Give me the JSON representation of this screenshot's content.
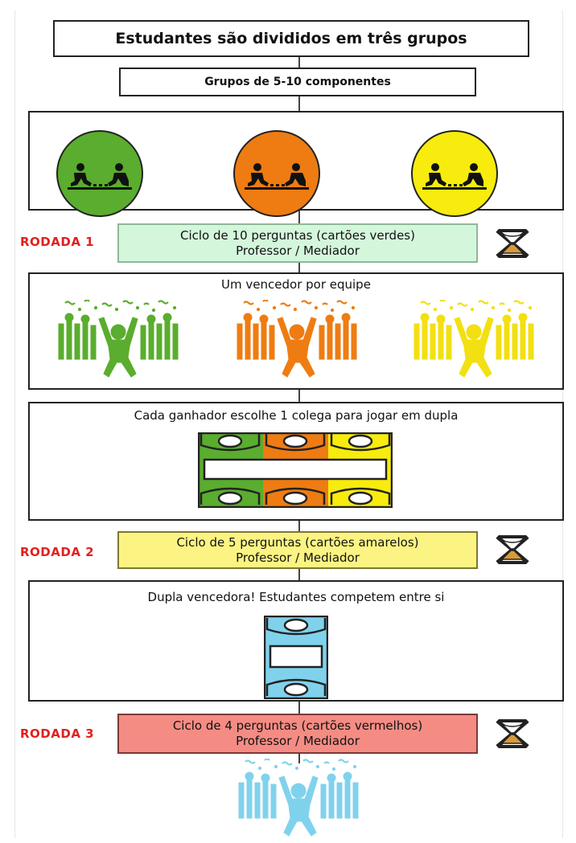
{
  "title": "Estudantes são divididos em três grupos",
  "subtitle": "Grupos de 5-10 componentes",
  "group_colors": {
    "green": "#5aad2e",
    "orange": "#ee7c12",
    "yellow": "#f7ec0d",
    "light_blue": "#80d2ec"
  },
  "icons": [
    "two-people-playing-icon",
    "celebrating-crowd-icon",
    "game-board-icon",
    "hourglass-icon"
  ],
  "round1": {
    "label": "RODADA 1",
    "line1": "Ciclo de 10 perguntas (cartões verdes)",
    "line2": "Professor / Mediador",
    "bg": "#d4f7dc"
  },
  "winners": {
    "title": "Um vencedor por equipe"
  },
  "pairs": {
    "title": "Cada ganhador escolhe 1 colega para jogar em dupla"
  },
  "round2": {
    "label": "RODADA 2",
    "line1": "Ciclo de 5 perguntas (cartões amarelos)",
    "line2": "Professor / Mediador",
    "bg": "#fbf483"
  },
  "final_pair": {
    "title": "Dupla vencedora! Estudantes competem entre si"
  },
  "round3": {
    "label": "RODADA 3",
    "line1": "Ciclo de 4 perguntas (cartões vermelhos)",
    "line2": "Professor / Mediador",
    "bg": "#f48c84"
  }
}
